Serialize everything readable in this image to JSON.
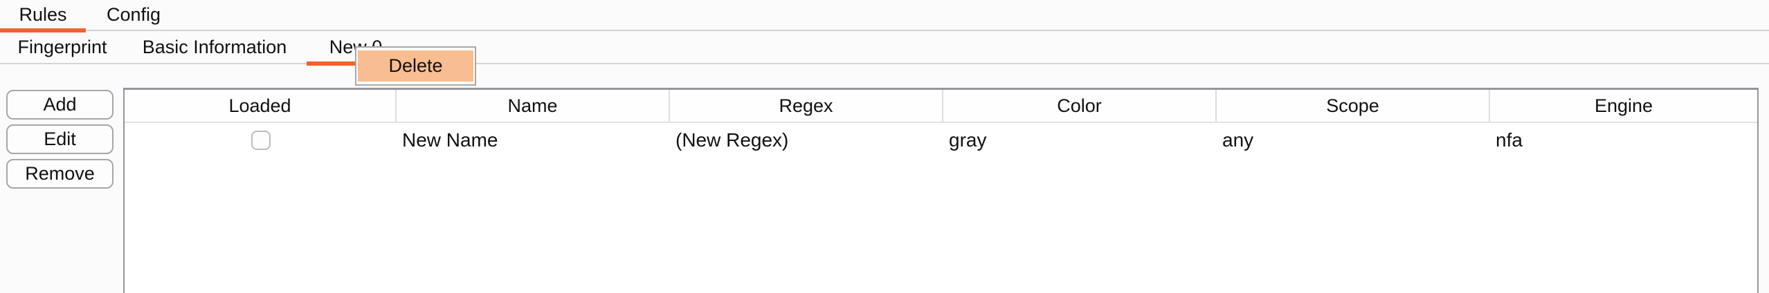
{
  "tabs": {
    "primary": [
      {
        "label": "Rules",
        "selected": true
      },
      {
        "label": "Config",
        "selected": false
      }
    ],
    "secondary": [
      {
        "label": "Fingerprint",
        "selected": false
      },
      {
        "label": "Basic Information",
        "selected": false
      },
      {
        "label": "New 0",
        "selected": true
      }
    ]
  },
  "context_menu": {
    "items": [
      {
        "label": "Delete",
        "highlighted": true
      }
    ]
  },
  "actions": {
    "buttons": [
      {
        "label": "Add"
      },
      {
        "label": "Edit"
      },
      {
        "label": "Remove"
      }
    ]
  },
  "table": {
    "columns": [
      "Loaded",
      "Name",
      "Regex",
      "Color",
      "Scope",
      "Engine"
    ],
    "rows": [
      {
        "loaded": false,
        "cells": [
          "New Name",
          "(New Regex)",
          "gray",
          "any",
          "nfa"
        ]
      }
    ]
  },
  "colors": {
    "accent": "#f1622c",
    "menu_highlight": "#f8bd90",
    "table_border": "#94969c"
  }
}
